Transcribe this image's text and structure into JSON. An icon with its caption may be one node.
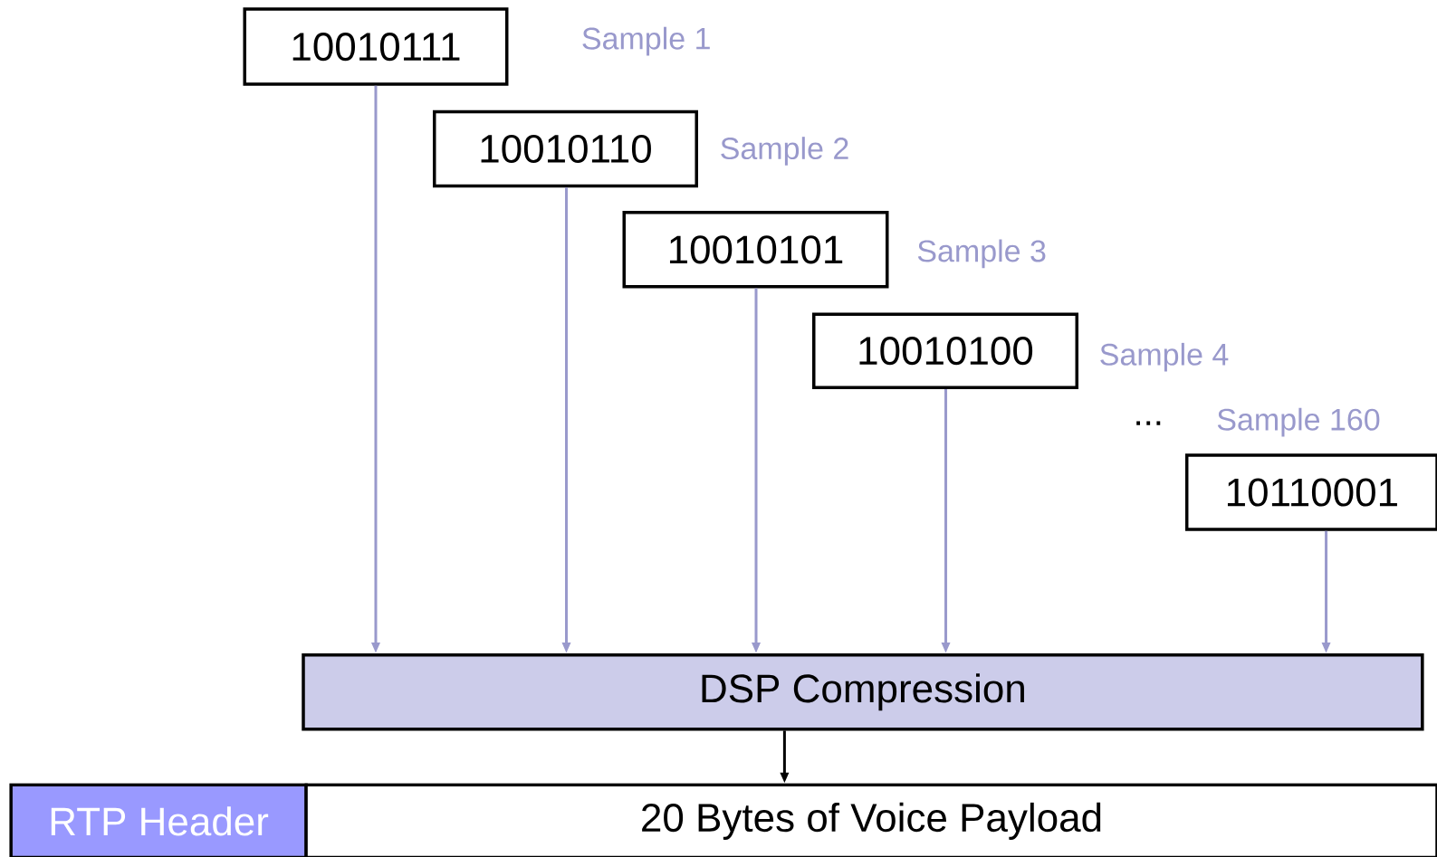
{
  "diagram": {
    "nodes": [
      {
        "text": [
          "10010111"
        ],
        "beside": [
          "Sample 1"
        ]
      },
      {
        "text": [
          "10010110"
        ],
        "beside": [
          "Sample 2"
        ]
      },
      {
        "text": [
          "10010101"
        ],
        "beside": [
          "Sample 3"
        ]
      },
      {
        "text": [
          "10010100"
        ],
        "beside": [
          "Sample 4"
        ]
      },
      {
        "text": [
          "10110001"
        ],
        "beside": [
          "Sample 160"
        ]
      },
      {
        "text": [
          "DSP Compression"
        ]
      },
      {
        "text": [
          "RTP Header"
        ]
      },
      {
        "text": [
          "20 Bytes of Voice Payload"
        ]
      }
    ],
    "edges": [
      {
        "from": 0,
        "to": 5,
        "arrow": "to"
      },
      {
        "from": 1,
        "to": 5,
        "arrow": "to"
      },
      {
        "from": 2,
        "to": 5,
        "arrow": "to"
      },
      {
        "from": 3,
        "to": 5,
        "arrow": "to"
      },
      {
        "from": 4,
        "to": 5,
        "arrow": "to"
      },
      {
        "from": 5,
        "to": 7,
        "arrow": "to",
        "color": "#000000"
      }
    ],
    "labels": [
      "..."
    ]
  }
}
